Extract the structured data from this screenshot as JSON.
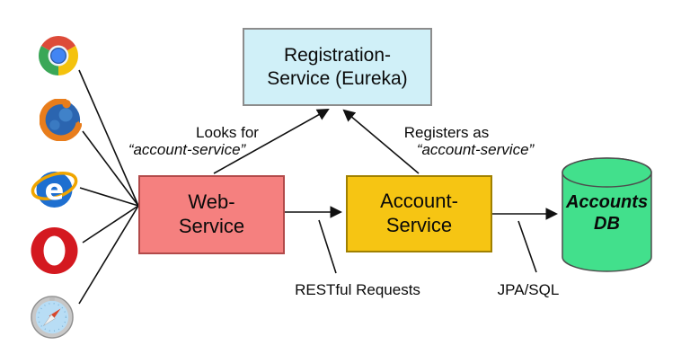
{
  "diagram": {
    "browsers": [
      {
        "icon": "chrome-icon",
        "name": "Chrome"
      },
      {
        "icon": "firefox-icon",
        "name": "Firefox"
      },
      {
        "icon": "internet-explorer-icon",
        "name": "Internet Explorer"
      },
      {
        "icon": "opera-icon",
        "name": "Opera"
      },
      {
        "icon": "safari-icon",
        "name": "Safari"
      }
    ],
    "nodes": {
      "registration": {
        "label": "Registration-\nService (Eureka)"
      },
      "web": {
        "label": "Web-\nService"
      },
      "account": {
        "label": "Account-\nService"
      },
      "db": {
        "label": "Accounts\nDB"
      }
    },
    "edge_labels": {
      "looks_for": {
        "line1": "Looks for",
        "line2": "“account-service”"
      },
      "registers_as": {
        "line1": "Registers as",
        "line2": "“account-service”"
      },
      "restful": "RESTful Requests",
      "jpa": "JPA/SQL"
    },
    "colors": {
      "registration_fill": "#d0f0f8",
      "registration_border": "#8c8c8c",
      "web_fill": "#f5807f",
      "web_border": "#b24a4a",
      "account_fill": "#f6c513",
      "account_border": "#a08000",
      "db_fill": "#42e08c",
      "db_border": "#4d4d4d",
      "connector": "#111111"
    }
  }
}
